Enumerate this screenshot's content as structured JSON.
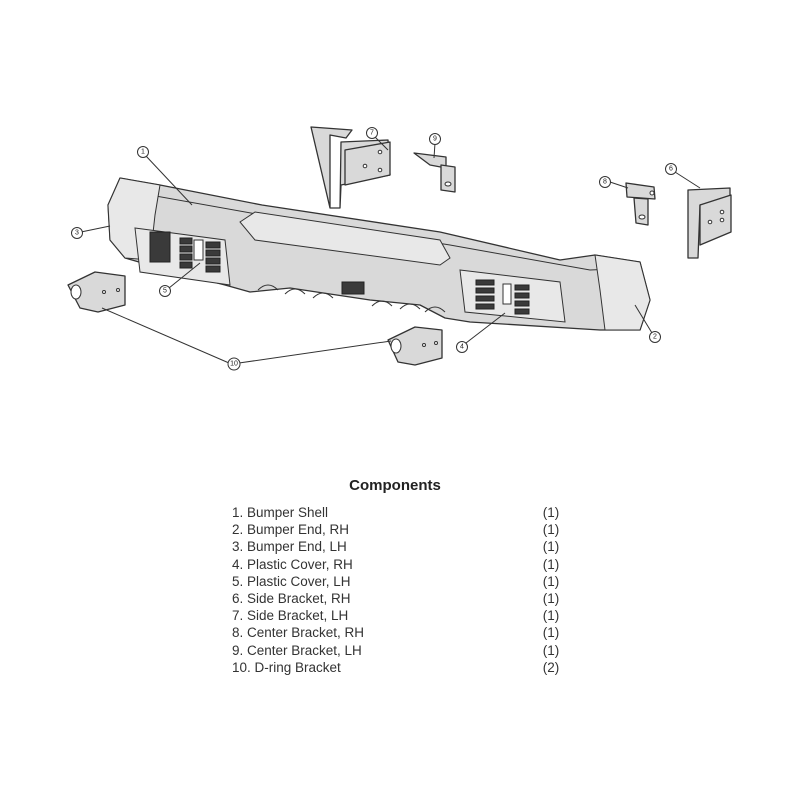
{
  "callouts": {
    "c1": "1",
    "c2": "2",
    "c3": "3",
    "c4": "4",
    "c5": "5",
    "c6": "6",
    "c7": "7",
    "c8": "8",
    "c9": "9",
    "c10": "10"
  },
  "components": {
    "title": "Components",
    "items": [
      {
        "name": "1. Bumper Shell",
        "qty": "(1)"
      },
      {
        "name": "2. Bumper End, RH",
        "qty": "(1)"
      },
      {
        "name": "3. Bumper End, LH",
        "qty": "(1)"
      },
      {
        "name": "4. Plastic Cover, RH",
        "qty": "(1)"
      },
      {
        "name": "5. Plastic Cover, LH",
        "qty": "(1)"
      },
      {
        "name": "6. Side Bracket, RH",
        "qty": "(1)"
      },
      {
        "name": "7. Side Bracket, LH",
        "qty": "(1)"
      },
      {
        "name": "8. Center Bracket, RH",
        "qty": "(1)"
      },
      {
        "name": "9. Center Bracket, LH",
        "qty": "(1)"
      },
      {
        "name": "10. D-ring Bracket",
        "qty": "(2)"
      }
    ]
  }
}
